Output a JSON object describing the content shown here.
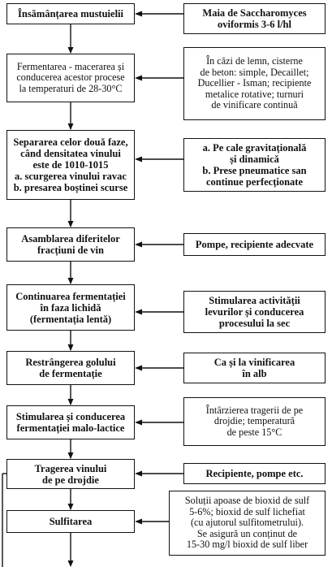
{
  "left_steps": [
    {
      "lines": [
        "Însămânțarea mustuielii"
      ],
      "style": "bold"
    },
    {
      "lines": [
        "Fermentarea - macerarea și",
        "conducerea acestor procese",
        "la temperaturi de 28-30°C"
      ],
      "style": "norm"
    },
    {
      "lines": [
        "Separarea celor două faze,",
        "când densitatea vinului",
        "este de 1010-1015",
        "a. scurgerea vinului ravac",
        "b. presarea boștinei scurse"
      ],
      "style": "bold"
    },
    {
      "lines": [
        "Asamblarea diferitelor",
        "fracțiuni de vin"
      ],
      "style": "bold"
    },
    {
      "lines": [
        "Continuarea fermentației",
        "în faza lichidă",
        "(fermentația lentă)"
      ],
      "style": "bold"
    },
    {
      "lines": [
        "Restrângerea golului",
        "de fermentație"
      ],
      "style": "bold"
    },
    {
      "lines": [
        "Stimularea și conducerea",
        "fermentației malo-lactice"
      ],
      "style": "bold"
    },
    {
      "lines": [
        "Tragerea vinului",
        "de pe drojdie"
      ],
      "style": "bold"
    },
    {
      "lines": [
        "Sulfitarea"
      ],
      "style": "bold"
    }
  ],
  "right_notes": [
    {
      "lines": [
        "Maia de Saccharomyces",
        "oviformis 3-6 l/hl"
      ],
      "style": "bold"
    },
    {
      "lines": [
        "În căzi de lemn, cisterne",
        "de beton: simple, Decaillet;",
        "Ducellier - Isman; recipiente",
        "metalice rotative; turnuri",
        "de vinificare continuă"
      ],
      "style": "norm"
    },
    {
      "lines": [
        "a. Pe cale gravitațională",
        "și dinamică",
        "b. Prese pneumatice san",
        "continue perfecționate"
      ],
      "style": "bold"
    },
    {
      "lines": [
        "Pompe, recipiente adecvate"
      ],
      "style": "bold"
    },
    {
      "lines": [
        "Stimularea activității",
        "levurilor și conducerea",
        "procesului la sec"
      ],
      "style": "bold"
    },
    {
      "lines": [
        "Ca și la vinificarea",
        "în alb"
      ],
      "style": "bold"
    },
    {
      "lines": [
        "Întârzierea tragerii de pe",
        "drojdie; temperatură",
        "de peste 15°C"
      ],
      "style": "norm"
    },
    {
      "lines": [
        "Recipiente, pompe etc."
      ],
      "style": "bold"
    },
    {
      "lines": [
        "Soluții apoase de bioxid de sulf",
        "5-6%; bioxid de sulf lichefiat",
        "(cu ajutorul sulfitometrului).",
        "Se asigură un conținut de",
        "15-30 mg/l bioxid de sulf liber"
      ],
      "style": "norm"
    }
  ]
}
